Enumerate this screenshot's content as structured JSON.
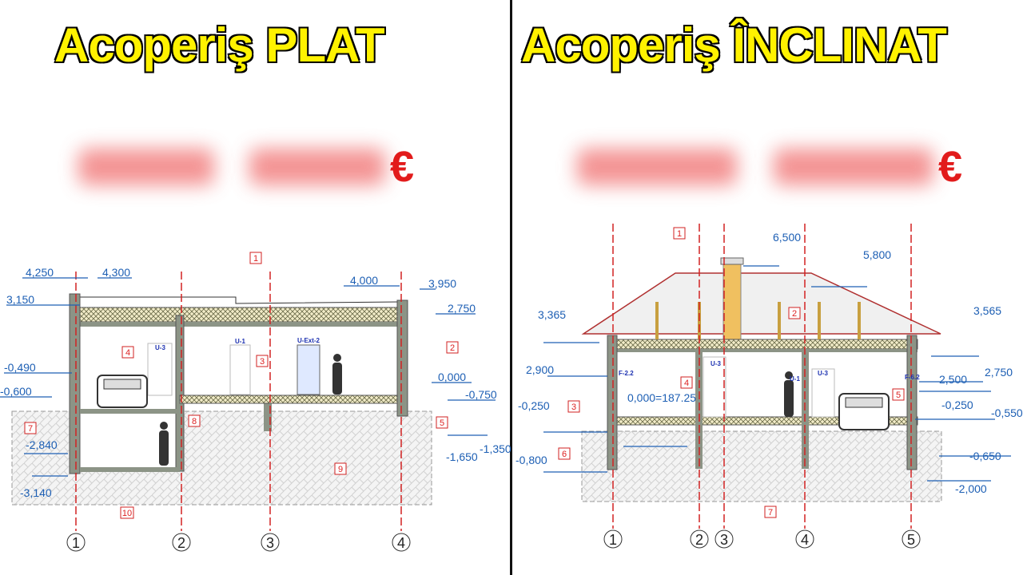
{
  "left": {
    "title": "Acoperiş PLAT",
    "price_currency": "€",
    "axes": [
      "1",
      "2",
      "3",
      "4"
    ],
    "elevations": [
      "4,250",
      "4,300",
      "3,150",
      "-0,490",
      "-0,600",
      "-2,840",
      "-3,140",
      "4,000",
      "3,950",
      "2,750",
      "0,000",
      "-0,750",
      "-1,350",
      "-1,650"
    ],
    "tags": [
      "1",
      "2",
      "3",
      "4",
      "5",
      "7",
      "8",
      "9",
      "10"
    ],
    "rooms": [
      "U-3",
      "U-1",
      "U-Ext-2"
    ]
  },
  "right": {
    "title": "Acoperiş ÎNCLINAT",
    "price_currency": "€",
    "axes": [
      "1",
      "2",
      "3",
      "4",
      "5"
    ],
    "elevations": [
      "6,500",
      "5,800",
      "3,365",
      "3,565",
      "2,900",
      "2,500",
      "2,750",
      "0,000=187.25",
      "-0,250",
      "-0,250",
      "-0,550",
      "-0,800",
      "-0,650",
      "-2,000"
    ],
    "tags": [
      "1",
      "2",
      "3",
      "4",
      "5",
      "6",
      "7"
    ],
    "rooms": [
      "U-3",
      "U-1",
      "U-3",
      "F-2.2",
      "F-6.2"
    ]
  },
  "colors": {
    "title": "#fff200",
    "price": "#e21b1b",
    "dimension": "#1d5fb4",
    "axis_line": "#d22222"
  }
}
